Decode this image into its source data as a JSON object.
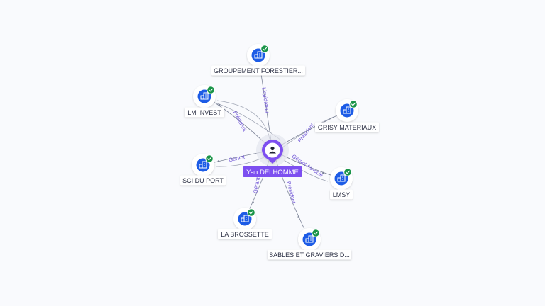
{
  "center": {
    "name": "Yan DELHOMME",
    "icon": "person-icon",
    "color": "#7d4ff0"
  },
  "colors": {
    "company": "#1d5ce6",
    "verified": "#1a9448",
    "edge": "#7b8296",
    "edge_label": "#6f54d6"
  },
  "nodes": [
    {
      "id": "groupement",
      "label": "GROUPEMENT FORESTIER...",
      "relation": "Liquidateur",
      "icon": "company-icon",
      "verified": true
    },
    {
      "id": "lm-invest",
      "label": "LM INVEST",
      "relation": "Président",
      "icon": "company-icon",
      "verified": true
    },
    {
      "id": "grisy",
      "label": "GRISY MATERIAUX",
      "relation": "Président",
      "icon": "company-icon",
      "verified": true
    },
    {
      "id": "sci-du-port",
      "label": "SCI DU PORT",
      "relation": "Gérant",
      "icon": "company-icon",
      "verified": true
    },
    {
      "id": "lmsy",
      "label": "LMSY",
      "relation": "Gérant Associé",
      "icon": "company-icon",
      "verified": true
    },
    {
      "id": "la-brossette",
      "label": "LA BROSSETTE",
      "relation": "Gérant",
      "icon": "company-icon",
      "verified": true
    },
    {
      "id": "sables",
      "label": "SABLES ET GRAVIERS D...",
      "relation": "Président",
      "icon": "company-icon",
      "verified": true
    }
  ]
}
